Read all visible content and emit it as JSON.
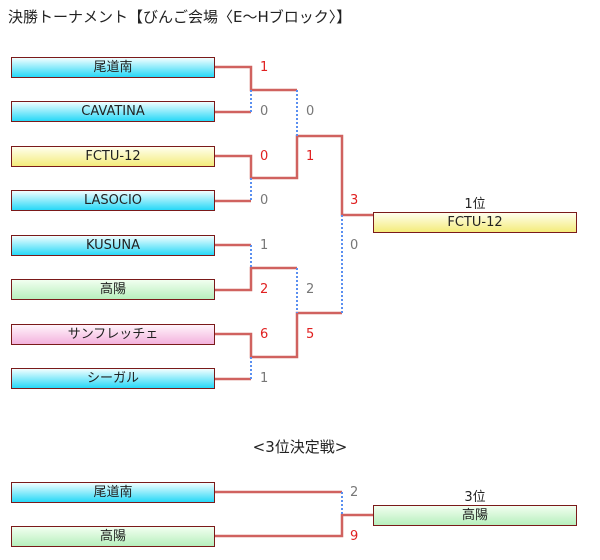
{
  "title": "決勝トーナメント【びんご会場〈E～Hブロック〉】",
  "colors": {
    "win_line": "#d0625f",
    "lose_line": "#5a8ff0",
    "win_score": "#e02020",
    "lose_score": "#777777"
  },
  "main_bracket": {
    "teams": [
      {
        "name": "尾道南",
        "color": "cyan"
      },
      {
        "name": "CAVATINA",
        "color": "cyan"
      },
      {
        "name": "FCTU-12",
        "color": "yellow"
      },
      {
        "name": "LASOCIO",
        "color": "cyan"
      },
      {
        "name": "KUSUNA",
        "color": "cyan"
      },
      {
        "name": "高陽",
        "color": "green"
      },
      {
        "name": "サンフレッチェ",
        "color": "pink"
      },
      {
        "name": "シーガル",
        "color": "cyan"
      }
    ],
    "round1_scores": [
      "1",
      "0",
      "0",
      "0",
      "1",
      "2",
      "6",
      "1"
    ],
    "round2_scores": [
      "0",
      "1",
      "2",
      "5"
    ],
    "final_scores": [
      "3",
      "0"
    ],
    "winner_label": "1位",
    "winner_name": "FCTU-12"
  },
  "third_place": {
    "title": "<3位決定戦>",
    "teams": [
      {
        "name": "尾道南",
        "color": "cyan"
      },
      {
        "name": "高陽",
        "color": "green"
      }
    ],
    "scores": [
      "2",
      "9"
    ],
    "winner_label": "3位",
    "winner_name": "高陽"
  }
}
